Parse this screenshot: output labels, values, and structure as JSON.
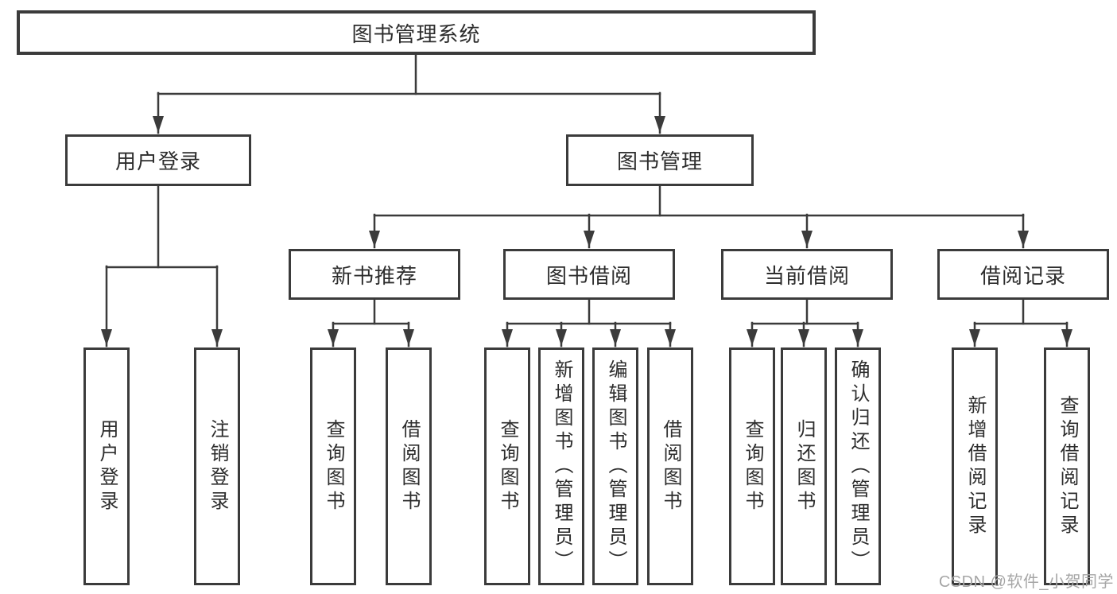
{
  "diagram": {
    "root": {
      "label": "图书管理系统"
    },
    "level2": [
      {
        "id": "user-login",
        "label": "用户登录"
      },
      {
        "id": "book-management",
        "label": "图书管理"
      }
    ],
    "level3": [
      {
        "id": "new-book-recommend",
        "label": "新书推荐"
      },
      {
        "id": "book-borrowing",
        "label": "图书借阅"
      },
      {
        "id": "current-borrowing",
        "label": "当前借阅"
      },
      {
        "id": "borrowing-records",
        "label": "借阅记录"
      }
    ],
    "leaves": {
      "user_login": [
        "用户登录",
        "注销登录"
      ],
      "new_book_recommend": [
        "查询图书",
        "借阅图书"
      ],
      "book_borrowing": [
        "查询图书",
        "新增图书（管理员）",
        "编辑图书（管理员）",
        "借阅图书"
      ],
      "current_borrowing": [
        "查询图书",
        "归还图书",
        "确认归还（管理员）"
      ],
      "borrowing_records": [
        "新增借阅记录",
        "查询借阅记录"
      ]
    }
  },
  "watermark": {
    "text": "CSDN @软件_小贺同学"
  },
  "colors": {
    "line": "#3b3b3b",
    "text": "#2d2d2d",
    "watermark": "#a6a6a6",
    "background": "#ffffff"
  }
}
